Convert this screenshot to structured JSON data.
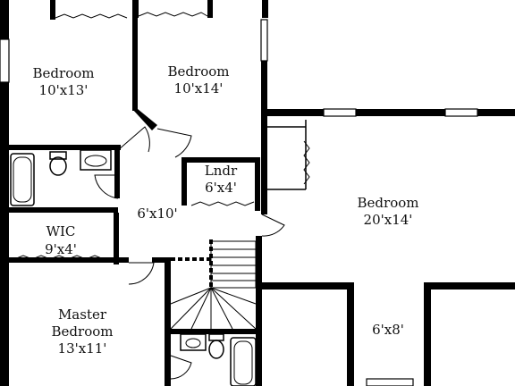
{
  "rooms": {
    "bedroom_nw": {
      "name": "Bedroom",
      "size": "10'x13'"
    },
    "bedroom_n": {
      "name": "Bedroom",
      "size": "10'x14'"
    },
    "laundry": {
      "name": "Lndr",
      "size": "6'x4'"
    },
    "hall": {
      "size": "6'x10'"
    },
    "bedroom_e": {
      "name": "Bedroom",
      "size": "20'x14'"
    },
    "wic": {
      "name": "WIC",
      "size": "9'x4'"
    },
    "master": {
      "line1": "Master",
      "line2": "Bedroom",
      "size": "13'x11'"
    },
    "alcove": {
      "size": "6'x8'"
    }
  },
  "colors": {
    "wall": "#000000",
    "background": "#ffffff"
  }
}
